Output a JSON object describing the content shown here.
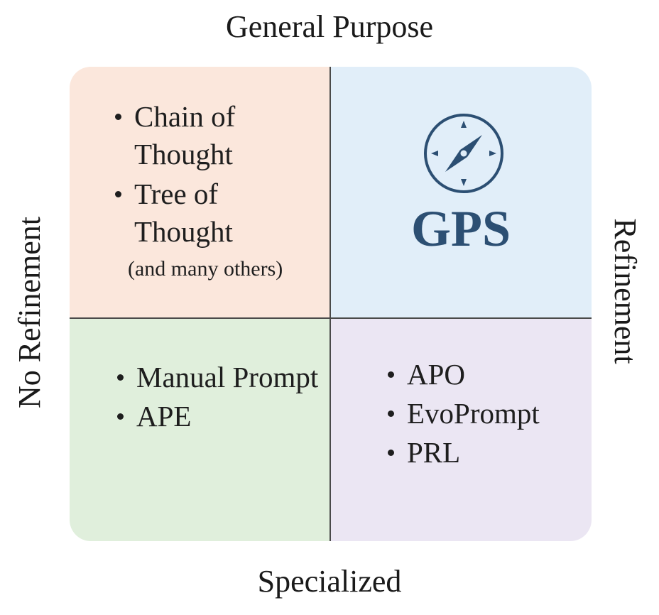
{
  "axes": {
    "top": "General Purpose",
    "bottom": "Specialized",
    "left": "No Refinement",
    "right": "Refinement"
  },
  "quadrants": {
    "top_left": {
      "items": [
        "Chain of Thought",
        "Tree of Thought"
      ],
      "note": "(and many others)",
      "color": "#fbe7dc"
    },
    "top_right": {
      "icon": "compass-icon",
      "title": "GPS",
      "color": "#e1eef9",
      "accent": "#2c4f73"
    },
    "bottom_left": {
      "items": [
        "Manual Prompt",
        "APE"
      ],
      "color": "#e0efdc"
    },
    "bottom_right": {
      "items": [
        "APO",
        "EvoPrompt",
        "PRL"
      ],
      "color": "#ebe6f3"
    }
  }
}
